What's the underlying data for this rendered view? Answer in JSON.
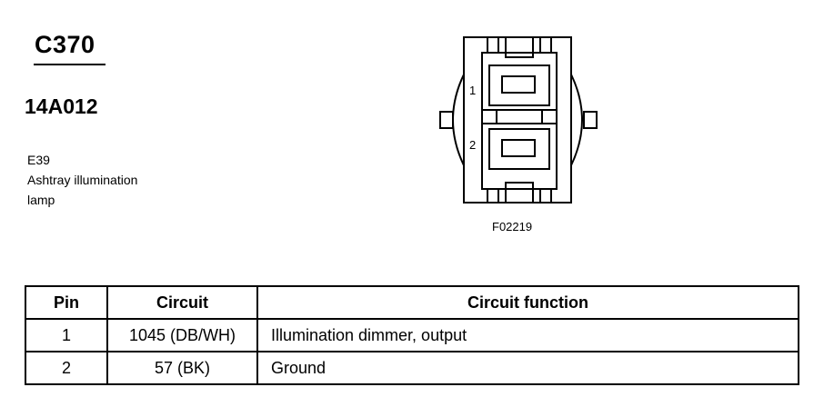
{
  "connector": {
    "id": "C370",
    "part_number": "14A012",
    "component_code": "E39",
    "component_name_line1": "Ashtray illumination",
    "component_name_line2": "lamp"
  },
  "diagram": {
    "pin_labels": [
      "1",
      "2"
    ],
    "figure_code": "F02219"
  },
  "table": {
    "headers": [
      "Pin",
      "Circuit",
      "Circuit function"
    ],
    "rows": [
      {
        "pin": "1",
        "circuit": "1045 (DB/WH)",
        "function": "Illumination dimmer, output"
      },
      {
        "pin": "2",
        "circuit": "57 (BK)",
        "function": "Ground"
      }
    ]
  }
}
